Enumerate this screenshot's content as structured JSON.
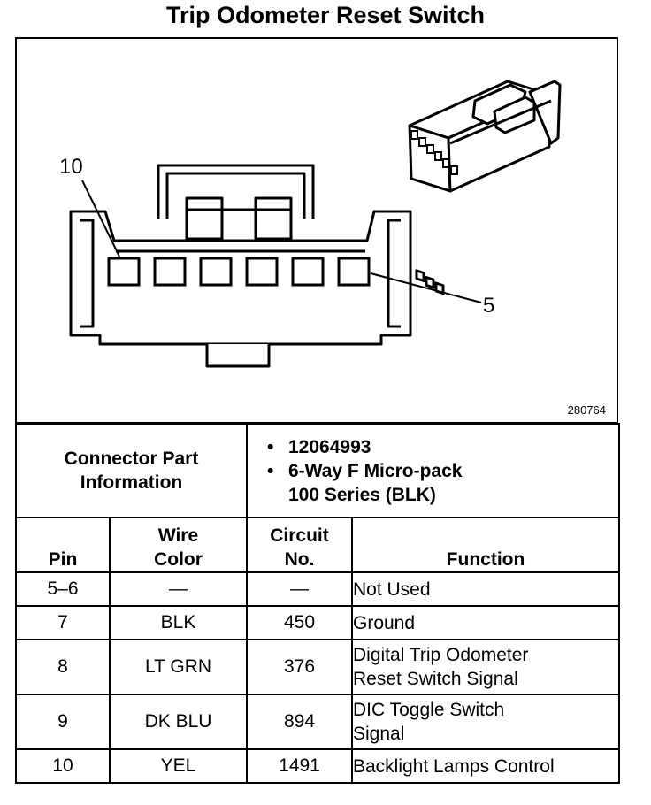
{
  "title": "Trip Odometer Reset Switch",
  "figure": {
    "pin_label_first": "10",
    "pin_label_last": "5",
    "figure_number": "280764"
  },
  "connector_part_info": {
    "label_line1": "Connector Part",
    "label_line2": "Information",
    "items": [
      "12064993",
      "6-Way F Micro-pack",
      "100 Series (BLK)"
    ]
  },
  "table": {
    "headers": {
      "pin": "Pin",
      "wire_color_line1": "Wire",
      "wire_color_line2": "Color",
      "circuit_line1": "Circuit",
      "circuit_line2": "No.",
      "function": "Function"
    },
    "rows": [
      {
        "pin": "5–6",
        "wire_color": "—",
        "circuit": "—",
        "function_line1": "Not Used",
        "function_line2": ""
      },
      {
        "pin": "7",
        "wire_color": "BLK",
        "circuit": "450",
        "function_line1": "Ground",
        "function_line2": ""
      },
      {
        "pin": "8",
        "wire_color": "LT GRN",
        "circuit": "376",
        "function_line1": "Digital Trip Odometer",
        "function_line2": "Reset Switch Signal"
      },
      {
        "pin": "9",
        "wire_color": "DK BLU",
        "circuit": "894",
        "function_line1": "DIC Toggle Switch",
        "function_line2": "Signal"
      },
      {
        "pin": "10",
        "wire_color": "YEL",
        "circuit": "1491",
        "function_line1": "Backlight Lamps Control",
        "function_line2": ""
      }
    ]
  }
}
